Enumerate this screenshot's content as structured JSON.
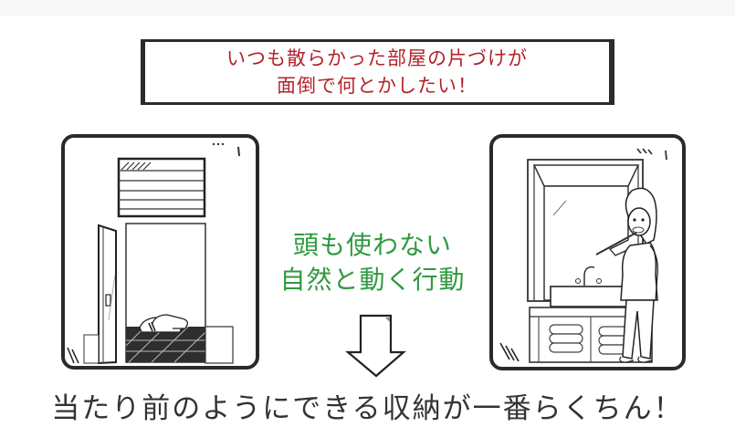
{
  "title_box": {
    "lines": [
      "いつも散らかった部屋の片づけが",
      "面倒で何とかしたい！"
    ],
    "text_color": "#b3232b"
  },
  "middle": {
    "lines": [
      "頭も使わない",
      "自然と動く行動"
    ],
    "text_color": "#2f9a3f"
  },
  "bottom": {
    "text": "当たり前のようにできる収納が一番らくちん！",
    "text_color": "#333333"
  },
  "panels": {
    "left": {
      "illustration": "entryway-door-shoes-icon"
    },
    "right": {
      "illustration": "woman-brushing-teeth-at-sink-icon"
    }
  },
  "arrow": {
    "direction": "down",
    "icon": "down-arrow-icon"
  }
}
